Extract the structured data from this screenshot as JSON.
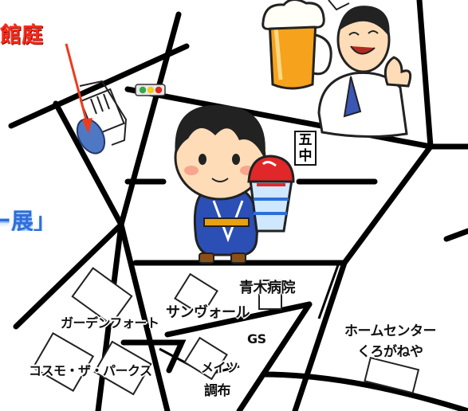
{
  "map": {
    "title_fragment": "館庭",
    "banner_fragment": "ー展」",
    "landmarks": {
      "aoki_hospital": "青木病院",
      "sanvoir": "サンヴォール",
      "garden_fort": "ガーデンフォート",
      "cosmo_the_parks": "コスモ・ザ・パークス",
      "gs": "GS",
      "mates_chofu_line1": "メイツ",
      "mates_chofu_line2": "調布",
      "home_center_line1": "ホームセンター",
      "home_center_line2": "くろがねや",
      "gochu_line1": "五",
      "gochu_line2": "中"
    },
    "colors": {
      "title": "#ff2a1a",
      "arrow": "#ee3b1c",
      "marker": "#4f78c4",
      "banner": "#2f6fd6"
    },
    "icons": [
      "traffic-light-icon",
      "beer-mug-icon",
      "boy-mascot-icon",
      "shaved-ice-icon",
      "businessman-icon"
    ]
  }
}
